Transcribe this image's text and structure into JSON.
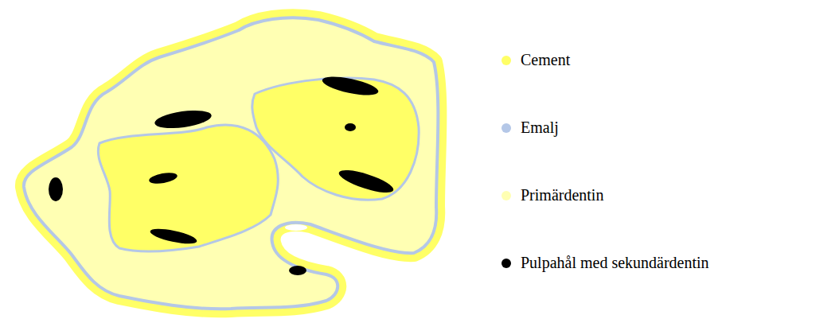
{
  "diagram": {
    "legend": [
      {
        "text": "Cement",
        "color": "#ffff66"
      },
      {
        "text": "Emalj",
        "color": "#b4c7e7"
      },
      {
        "text": "Primärdentin",
        "color": "#ffffb3"
      },
      {
        "text": "Pulpahål med sekundärdentin",
        "color": "#000000"
      }
    ]
  }
}
